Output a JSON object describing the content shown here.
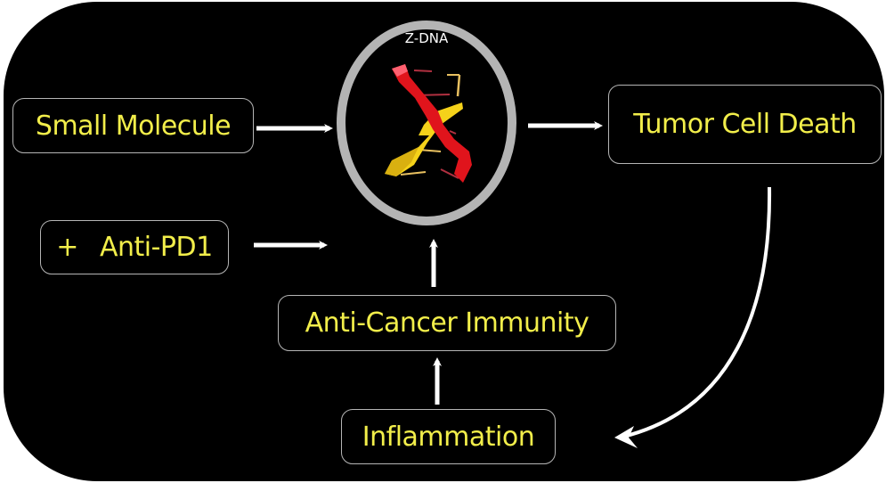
{
  "diagram": {
    "center_node": {
      "label": "Z-DNA",
      "icon": "z-dna-helix-icon"
    },
    "nodes": {
      "small_molecule": {
        "label": "Small Molecule"
      },
      "anti_pd1": {
        "prefix": "+",
        "label": "Anti-PD1"
      },
      "tumor_cell_death": {
        "label": "Tumor Cell Death"
      },
      "anti_cancer_immunity": {
        "label": "Anti-Cancer Immunity"
      },
      "inflammation": {
        "label": "Inflammation"
      }
    },
    "edges": [
      {
        "from": "Small Molecule",
        "to": "Z-DNA"
      },
      {
        "from": "Anti-PD1",
        "to": "Z-DNA"
      },
      {
        "from": "Z-DNA",
        "to": "Tumor Cell Death"
      },
      {
        "from": "Tumor Cell Death",
        "to": "Inflammation"
      },
      {
        "from": "Inflammation",
        "to": "Anti-Cancer Immunity"
      },
      {
        "from": "Anti-Cancer Immunity",
        "to": "Z-DNA"
      }
    ],
    "colors": {
      "background": "#000000",
      "text": "#f2ee4a",
      "box_border": "#b5b5b5",
      "arrow": "#ffffff",
      "ring": "#b4b4b4",
      "helix_red": "#e0141c",
      "helix_yellow": "#f5d21a"
    }
  }
}
